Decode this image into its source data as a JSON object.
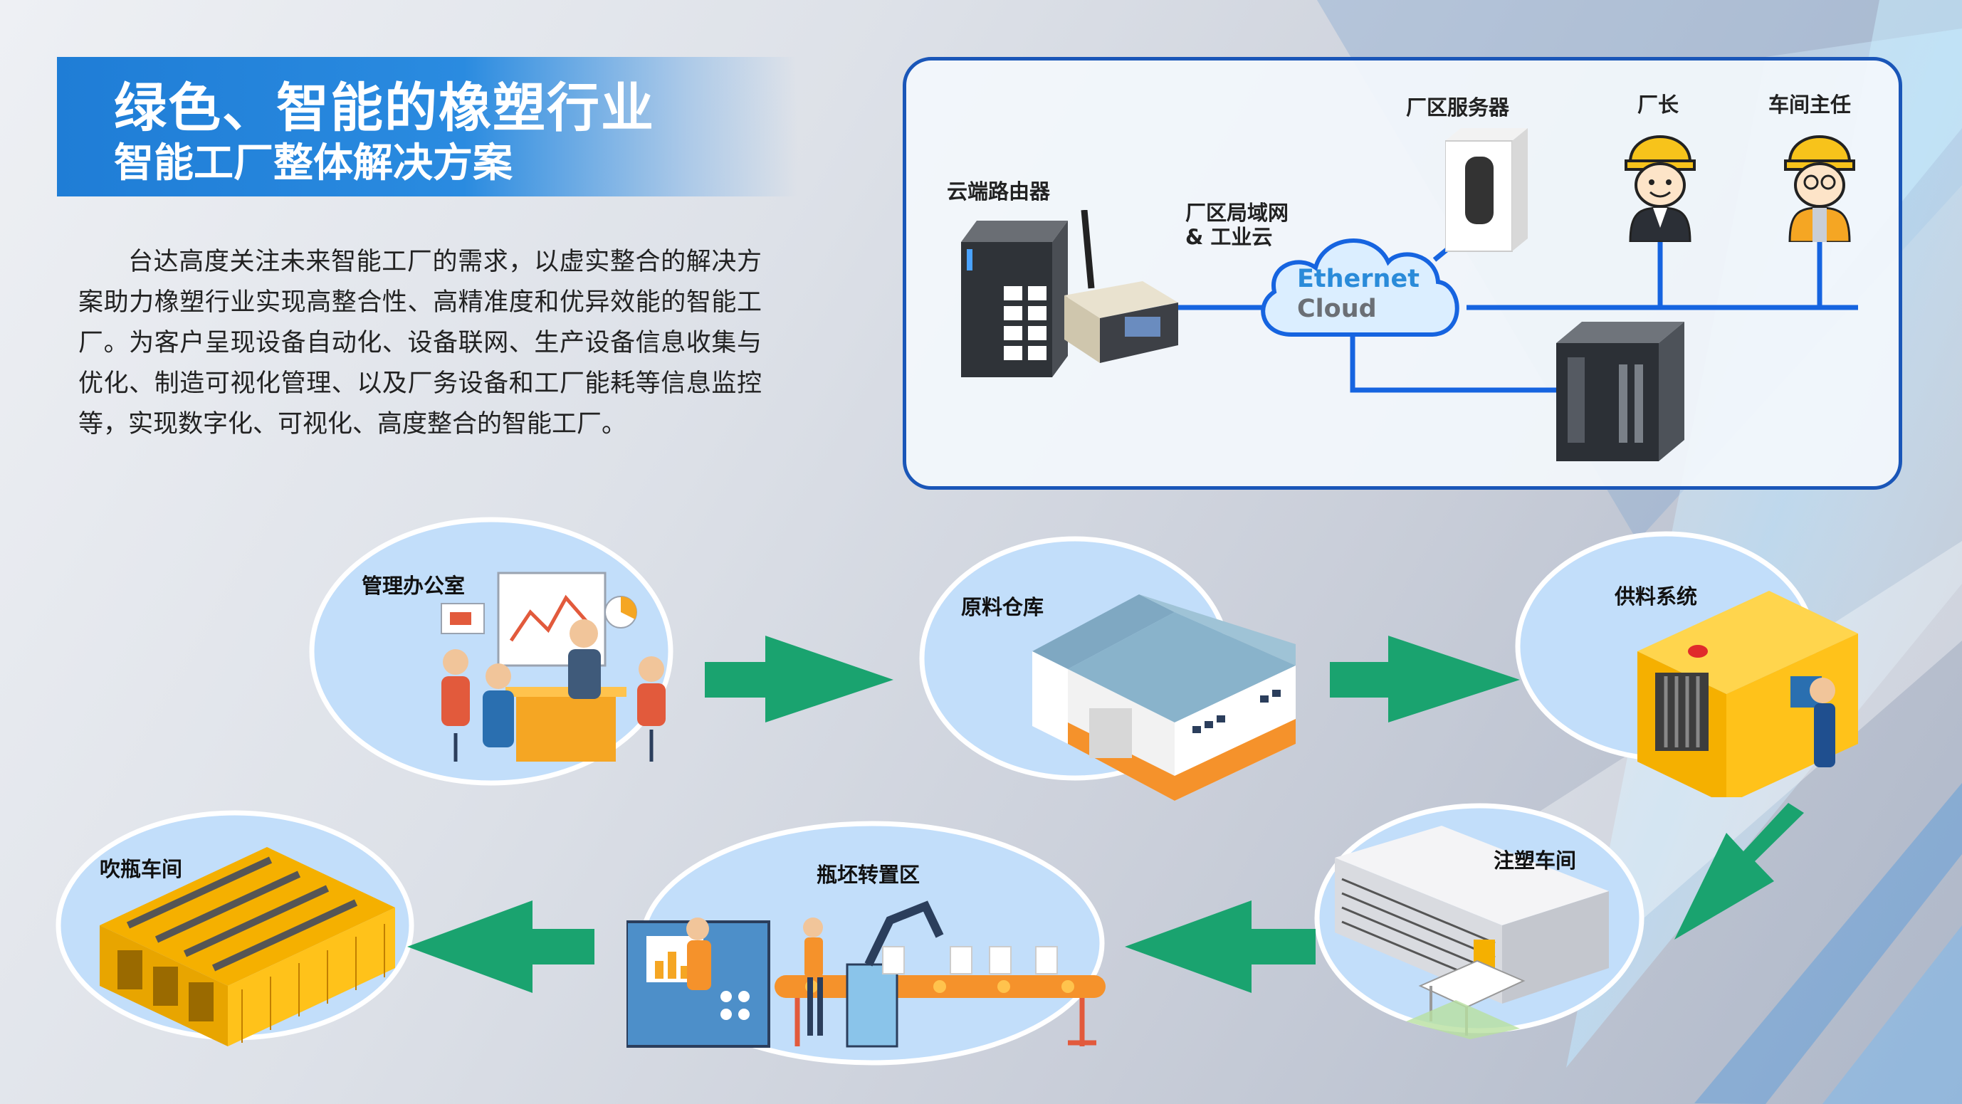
{
  "header": {
    "title_line1": "绿色、智能的橡塑行业",
    "title_line2": "智能工厂整体解决方案"
  },
  "intro": "台达高度关注未来智能工厂的需求，以虚实整合的解决方案助力橡塑行业实现高整合性、高精准度和优异效能的智能工厂。为客户呈现设备自动化、设备联网、生产设备信息收集与优化、制造可视化管理、以及厂务设备和工厂能耗等信息监控等，实现数字化、可视化、高度整合的智能工厂。",
  "network": {
    "router_label": "云端路由器",
    "lan_label_line1": "厂区局域网",
    "lan_label_line2": "& 工业云",
    "server_label": "厂区服务器",
    "director_label": "厂长",
    "supervisor_label": "车间主任",
    "cloud_line1": "Ethernet",
    "cloud_line2": "Cloud"
  },
  "process": {
    "office": "管理办公室",
    "warehouse": "原料仓库",
    "feeding": "供料系统",
    "injection": "注塑车间",
    "transfer": "瓶坯转置区",
    "blowing": "吹瓶车间"
  },
  "colors": {
    "banner": "#1f7dd6",
    "panel_border": "#1a56b8",
    "network_line": "#1664e0",
    "arrow": "#1aa36f",
    "bubble": "#c2defa"
  }
}
